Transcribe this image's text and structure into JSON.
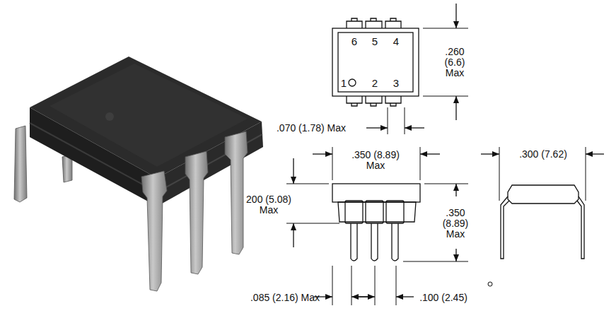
{
  "diagram": {
    "labels": [
      "6",
      "5",
      "4",
      "1",
      "2",
      "3",
      ".260 (6.6) Max",
      ".070 (1.78) Max",
      ".350 (8.89) Max",
      "200 (5.08) Max",
      ".350 (8.89) Max",
      ".085 (2.16) Max",
      ".100 (2.45)",
      ".300 (7.62)"
    ]
  }
}
